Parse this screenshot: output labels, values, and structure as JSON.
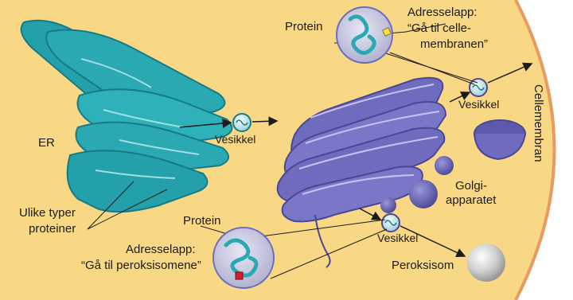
{
  "labels": {
    "er": "ER",
    "ulike_line1": "Ulike typer",
    "ulike_line2": "proteiner",
    "vesikkel_left": "Vesikkel",
    "vesikkel_top": "Vesikkel",
    "vesikkel_bottom": "Vesikkel",
    "golgi_line1": "Golgi-",
    "golgi_line2": "apparatet",
    "peroksisom": "Peroksisom",
    "cellemembran": "Cellemembran",
    "protein_top": "Protein",
    "protein_bottom": "Protein",
    "adresse_top_line1": "Adresselapp:",
    "adresse_top_line2": "“Gå til celle-",
    "adresse_top_line3": "membranen”",
    "adresse_bottom_line1": "Adresselapp:",
    "adresse_bottom_line2": "“Gå til peroksisomene”"
  },
  "colors": {
    "cytoplasm": "#f8d884",
    "membrane": "#e89a62",
    "er": "#2aa9b2",
    "er_dark": "#167b86",
    "golgi": "#6f6bbf",
    "golgi_dark": "#4b4796",
    "peroxisome": "#c9c9c9",
    "tag_yellow": "#f4e04a",
    "tag_red": "#d8202a"
  }
}
